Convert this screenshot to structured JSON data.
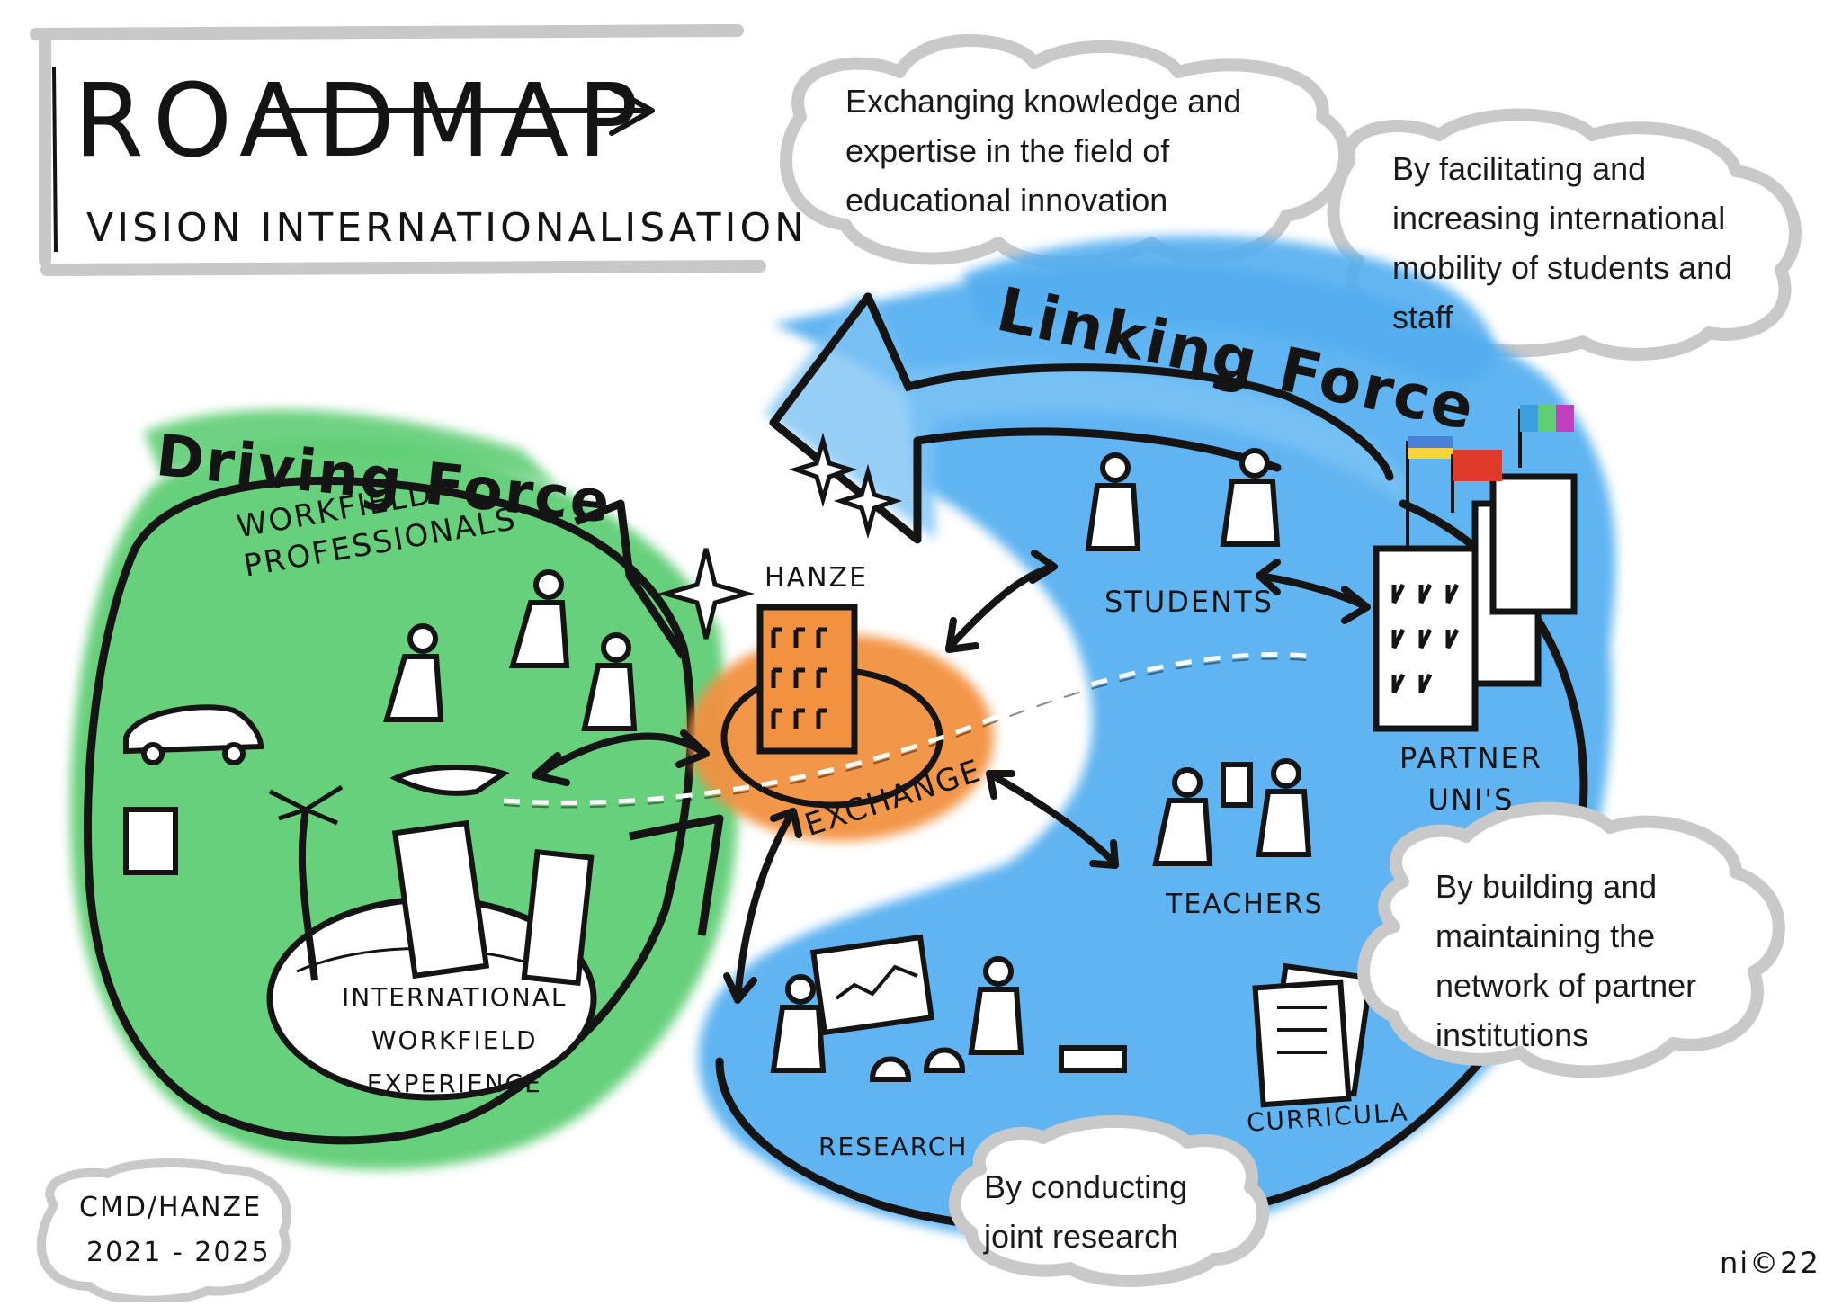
{
  "title": {
    "main": "ROADMAP",
    "subtitle": "VISION INTERNATIONALISATION"
  },
  "forces": {
    "driving": "Driving Force",
    "linking": "Linking Force"
  },
  "clouds": {
    "knowledge": [
      "Exchanging knowledge and",
      "expertise in the field of",
      "educational innovation"
    ],
    "mobility": [
      "By facilitating and",
      "increasing international",
      "mobility of students and",
      "staff"
    ],
    "network": [
      "By building and",
      "maintaining the",
      "network of partner",
      "institutions"
    ],
    "research": [
      "By conducting",
      "joint research"
    ]
  },
  "labels": {
    "workfield_professionals": [
      "WORKFIELD",
      "PROFESSIONALS"
    ],
    "international_workfield": [
      "INTERNATIONAL",
      "WORKFIELD",
      "EXPERIENCE"
    ],
    "hanze": "HANZE",
    "exchange": "EXCHANGE",
    "students": "STUDENTS",
    "teachers": "TEACHERS",
    "partner_unis": [
      "PARTNER",
      "UNI'S"
    ],
    "research": "RESEARCH",
    "curricula": "CURRICULA"
  },
  "credits": {
    "org": "CMD/HANZE",
    "years": "2021 - 2025",
    "signature": "ni©22"
  },
  "colors": {
    "green": "#5fce75",
    "blue": "#52aef0",
    "orange": "#f2913f",
    "ink": "#141414",
    "grey": "#cfcfcf"
  }
}
